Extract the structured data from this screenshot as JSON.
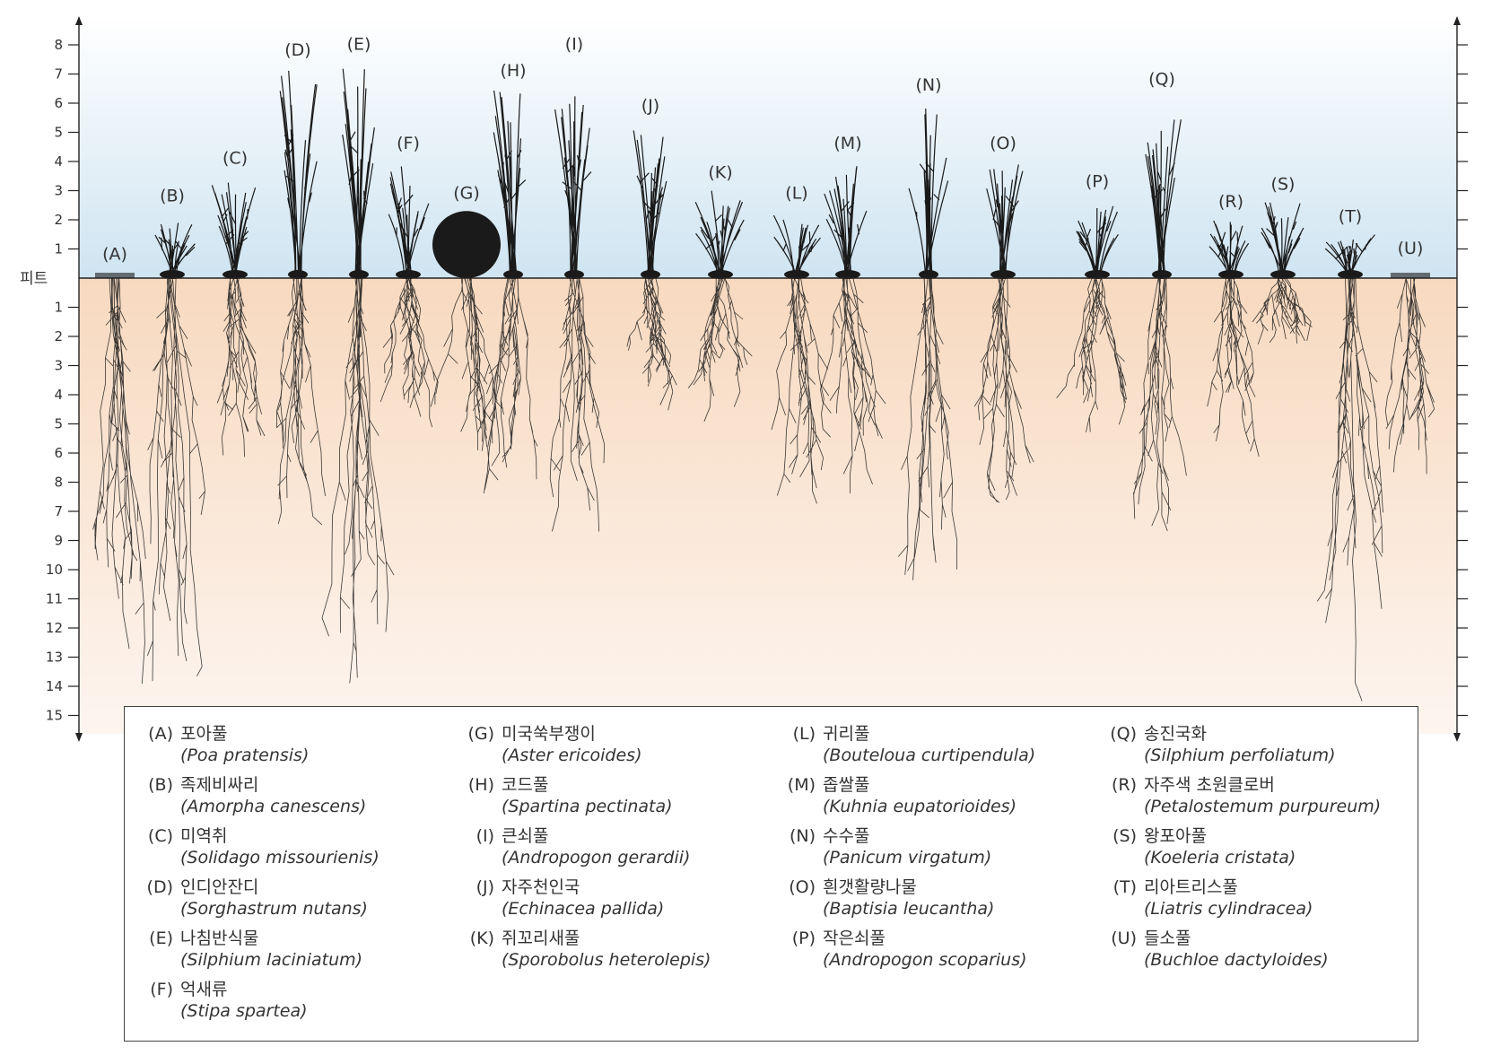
{
  "axis": {
    "unit_label": "피트",
    "above_ticks": [
      "1",
      "2",
      "3",
      "4",
      "5",
      "6",
      "7",
      "8"
    ],
    "below_ticks": [
      "1",
      "2",
      "3",
      "4",
      "5",
      "6",
      "8",
      "7",
      "9",
      "10",
      "11",
      "12",
      "13",
      "14",
      "15"
    ]
  },
  "plants": [
    {
      "id": "A",
      "label": "(A)",
      "korean": "포아풀",
      "latin": "Poa pratensis",
      "height_ft": 0.2,
      "root_ft": 14.5
    },
    {
      "id": "B",
      "label": "(B)",
      "korean": "족제비싸리",
      "latin": "Amorpha canescens",
      "height_ft": 2.2,
      "root_ft": 14.5
    },
    {
      "id": "C",
      "label": "(C)",
      "korean": "미역취",
      "latin": "Solidago missourienis",
      "height_ft": 3.5,
      "root_ft": 6.5
    },
    {
      "id": "D",
      "label": "(D)",
      "korean": "인디안잔디",
      "latin": "Sorghastrum nutans",
      "height_ft": 7.2,
      "root_ft": 8.8
    },
    {
      "id": "E",
      "label": "(E)",
      "korean": "나침반식물",
      "latin": "Silphium laciniatum",
      "height_ft": 7.4,
      "root_ft": 15.3
    },
    {
      "id": "F",
      "label": "(F)",
      "korean": "억새류",
      "latin": "Stipa spartea",
      "height_ft": 4.0,
      "root_ft": 5.0
    },
    {
      "id": "G",
      "label": "(G)",
      "korean": "미국쑥부쟁이",
      "latin": "Aster ericoides",
      "height_ft": 2.3,
      "root_ft": 6.5
    },
    {
      "id": "H",
      "label": "(H)",
      "korean": "코드풀",
      "latin": "Spartina pectinata",
      "height_ft": 6.5,
      "root_ft": 8.0
    },
    {
      "id": "I",
      "label": "(I)",
      "korean": "큰쇠풀",
      "latin": "Andropogon gerardii",
      "height_ft": 7.4,
      "root_ft": 9.0
    },
    {
      "id": "J",
      "label": "(J)",
      "korean": "자주천인국",
      "latin": "Echinacea pallida",
      "height_ft": 5.3,
      "root_ft": 4.2
    },
    {
      "id": "K",
      "label": "(K)",
      "korean": "쥐꼬리새풀",
      "latin": "Sporobolus heterolepis",
      "height_ft": 3.0,
      "root_ft": 5.0
    },
    {
      "id": "L",
      "label": "(L)",
      "korean": "귀리풀",
      "latin": "Bouteloua curtipendula",
      "height_ft": 2.3,
      "root_ft": 7.5
    },
    {
      "id": "M",
      "label": "(M)",
      "korean": "좁쌀풀",
      "latin": "Kuhnia eupatorioides",
      "height_ft": 4.0,
      "root_ft": 7.6
    },
    {
      "id": "N",
      "label": "(N)",
      "korean": "수수풀",
      "latin": "Panicum virgatum",
      "height_ft": 6.0,
      "root_ft": 10.5
    },
    {
      "id": "O",
      "label": "(O)",
      "korean": "흰갯활량나물",
      "latin": "Baptisia leucantha",
      "height_ft": 4.0,
      "root_ft": 7.5
    },
    {
      "id": "P",
      "label": "(P)",
      "korean": "작은쇠풀",
      "latin": "Andropogon scoparius",
      "height_ft": 2.7,
      "root_ft": 6.0
    },
    {
      "id": "Q",
      "label": "(Q)",
      "korean": "송진국화",
      "latin": "Silphium perfoliatum",
      "height_ft": 6.2,
      "root_ft": 8.3
    },
    {
      "id": "R",
      "label": "(R)",
      "korean": "자주색 초원클로버",
      "latin": "Petalostemum purpureum",
      "height_ft": 2.0,
      "root_ft": 6.5
    },
    {
      "id": "S",
      "label": "(S)",
      "korean": "왕포아풀",
      "latin": "Koeleria cristata",
      "height_ft": 2.6,
      "root_ft": 2.5
    },
    {
      "id": "T",
      "label": "(T)",
      "korean": "리아트리스풀",
      "latin": "Liatris cylindracea",
      "height_ft": 1.5,
      "root_ft": 15.0
    },
    {
      "id": "U",
      "label": "(U)",
      "korean": "들소풀",
      "latin": "Buchloe dactyloides",
      "height_ft": 0.4,
      "root_ft": 7.5
    }
  ],
  "colors": {
    "sky_top": "#ffffff",
    "sky_bottom": "#cfe4f1",
    "soil_top": "#f7dbc3",
    "soil_bottom": "#fdf3ec",
    "ink": "#1a1a1a"
  }
}
